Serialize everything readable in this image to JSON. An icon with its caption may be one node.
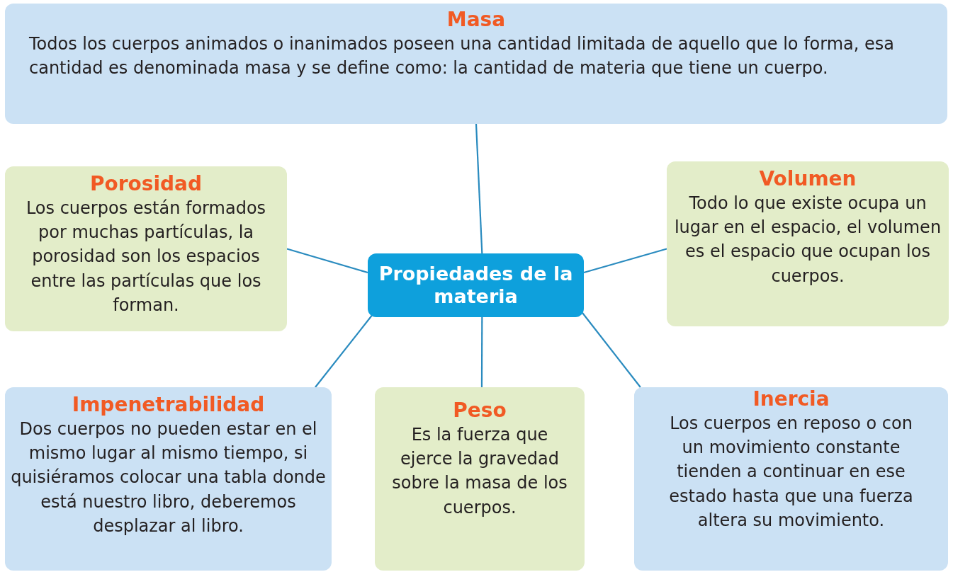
{
  "diagram": {
    "nodes": [
      {
        "text": [
          "Masa",
          "Todos los cuerpos animados o inanimados poseen una cantidad limitada de aquello que lo forma, esa cantidad es denominada masa y se define como: la cantidad de materia que tiene un cuerpo."
        ]
      },
      {
        "text": [
          "Porosidad",
          "Los cuerpos están formados por muchas partículas, la porosidad son los espacios entre las partículas que los forman."
        ]
      },
      {
        "text": [
          "Volumen",
          "Todo lo que existe ocupa un lugar en el espacio, el volumen es el espacio que ocupan los cuerpos."
        ]
      },
      {
        "text": [
          "Propiedades de la materia"
        ]
      },
      {
        "text": [
          "Impenetrabilidad",
          "Dos cuerpos no pueden estar en el mismo lugar al mismo tiempo, si quisiéramos colocar una tabla donde está nuestro libro, deberemos desplazar al libro."
        ]
      },
      {
        "text": [
          "Peso",
          "Es la fuerza que ejerce la gravedad sobre la masa de los cuerpos."
        ]
      },
      {
        "text": [
          "Inercia",
          "Los cuerpos en reposo o con un movimiento constante tienden a continuar en ese estado hasta que una fuerza altera su movimiento."
        ]
      }
    ],
    "edges": [
      {
        "from": 3,
        "to": 0,
        "arrow": "none"
      },
      {
        "from": 3,
        "to": 1,
        "arrow": "none"
      },
      {
        "from": 3,
        "to": 2,
        "arrow": "none"
      },
      {
        "from": 3,
        "to": 4,
        "arrow": "none"
      },
      {
        "from": 3,
        "to": 5,
        "arrow": "none"
      },
      {
        "from": 3,
        "to": 6,
        "arrow": "none"
      }
    ]
  }
}
